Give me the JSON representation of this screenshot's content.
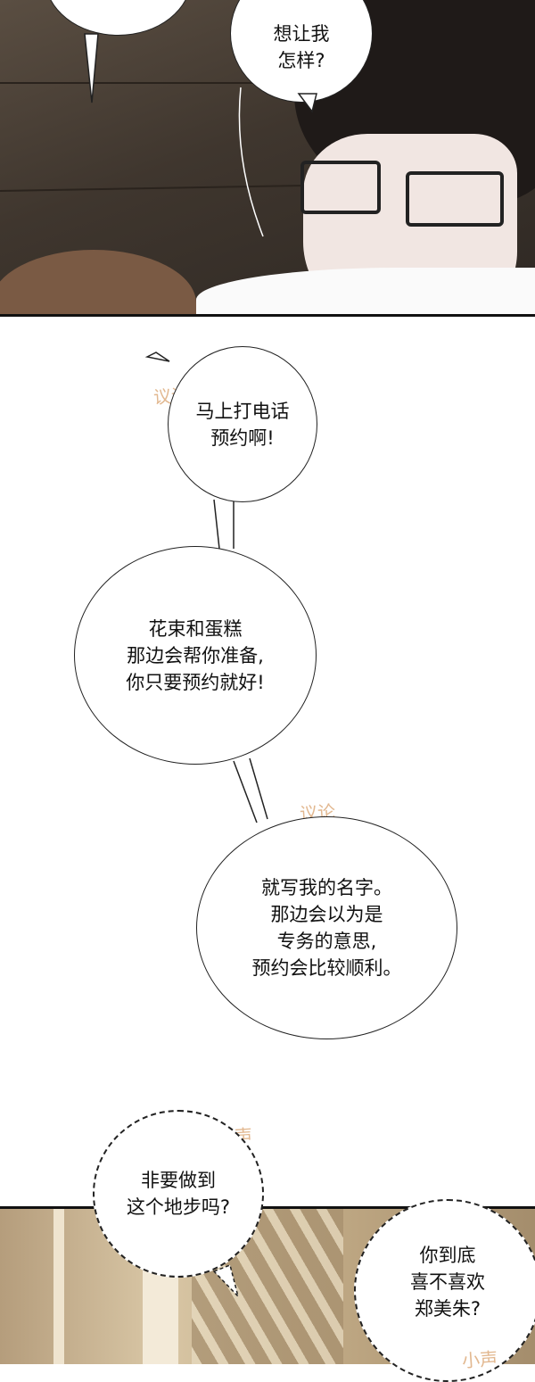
{
  "panels": {
    "top": {
      "bubble_partial": {
        "lines": []
      },
      "bubble_speech": {
        "lines": [
          "想让我",
          "怎样?"
        ]
      }
    },
    "middle": {
      "sfx_1": "议论",
      "bubble_1": {
        "lines": [
          "马上打电话",
          "预约啊!"
        ]
      },
      "bubble_2": {
        "lines": [
          "花束和蛋糕",
          "那边会帮你准备,",
          "你只要预约就好!"
        ]
      },
      "sfx_2": "议论",
      "bubble_3": {
        "lines": [
          "就写我的名字。",
          "那边会以为是",
          "专务的意思,",
          "预约会比较顺利。"
        ]
      }
    },
    "bottom": {
      "sfx_whisper_1": "小声",
      "bubble_4": {
        "lines": [
          "非要做到",
          "这个地步吗?"
        ]
      },
      "bubble_5": {
        "lines": [
          "你到底",
          "喜不喜欢",
          "郑美朱?"
        ]
      },
      "sfx_whisper_2": "小声"
    }
  },
  "colors": {
    "sfx": "#e2b890",
    "panel_top_bg": "#3f362e",
    "panel_bottom_bg": "#c4ad88"
  }
}
